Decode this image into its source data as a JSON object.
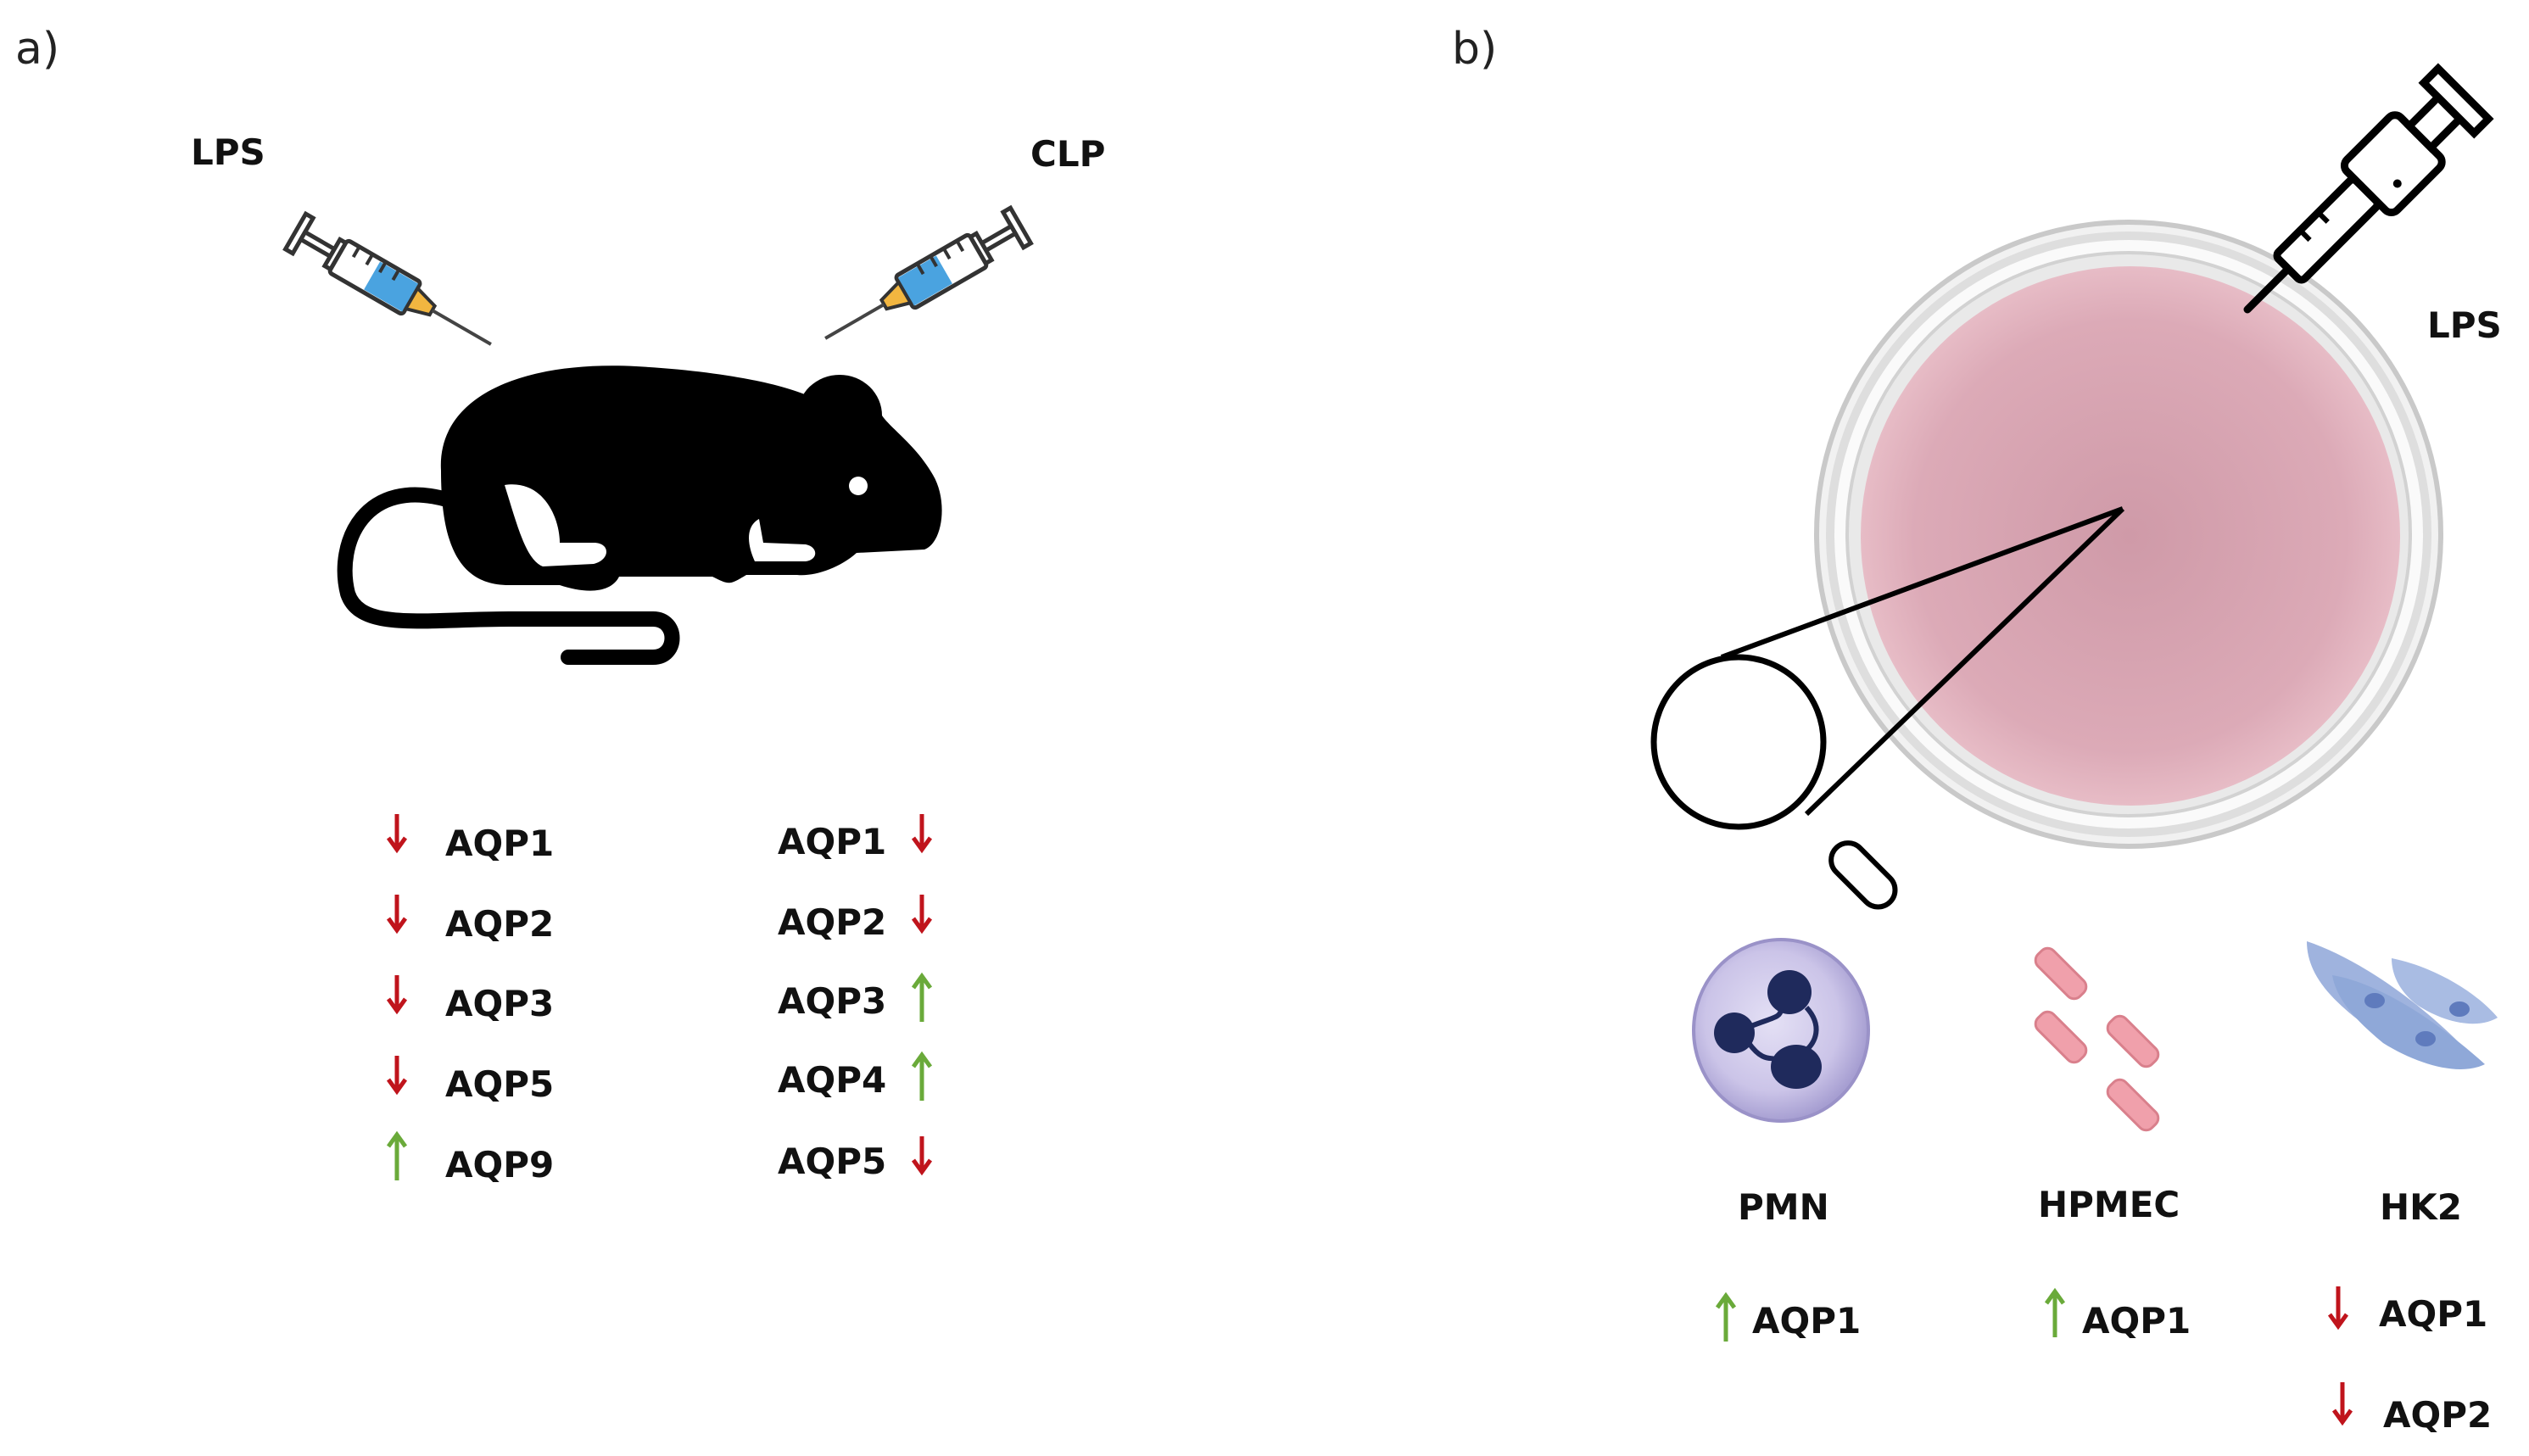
{
  "panels": {
    "a": "a)",
    "b": "b)"
  },
  "panel_a": {
    "lps_label": "LPS",
    "clp_label": "CLP",
    "lps_list": [
      {
        "gene": "AQP1",
        "direction": "down"
      },
      {
        "gene": "AQP2",
        "direction": "down"
      },
      {
        "gene": "AQP3",
        "direction": "down"
      },
      {
        "gene": "AQP5",
        "direction": "down"
      },
      {
        "gene": "AQP9",
        "direction": "up"
      }
    ],
    "clp_list": [
      {
        "gene": "AQP1",
        "direction": "down"
      },
      {
        "gene": "AQP2",
        "direction": "down"
      },
      {
        "gene": "AQP3",
        "direction": "up"
      },
      {
        "gene": "AQP4",
        "direction": "up"
      },
      {
        "gene": "AQP5",
        "direction": "down"
      }
    ]
  },
  "panel_b": {
    "lps_label": "LPS",
    "cells": [
      {
        "name": "PMN",
        "changes": [
          {
            "gene": "AQP1",
            "direction": "up"
          }
        ]
      },
      {
        "name": "HPMEC",
        "changes": [
          {
            "gene": "AQP1",
            "direction": "up"
          }
        ]
      },
      {
        "name": "HK2",
        "changes": [
          {
            "gene": "AQP1",
            "direction": "down"
          },
          {
            "gene": "AQP2",
            "direction": "down"
          }
        ]
      }
    ]
  },
  "colors": {
    "down_arrow": "#c0141c",
    "up_arrow": "#6aaa3a",
    "dish_medium": "#d9a6b3",
    "syringe_fluid": "#4aa3e0",
    "pmn_cell": "#c9c3e6",
    "pmn_nucleus": "#1f2a5c",
    "hpmec_cell": "#f0a0ab",
    "hk2_cell": "#8fa8d8"
  },
  "icons": [
    "mouse-icon",
    "syringe-icon",
    "pipette-icon",
    "petri-dish-icon",
    "magnifier-icon",
    "neutrophil-icon",
    "endothelial-cells-icon",
    "kidney-cells-icon"
  ]
}
